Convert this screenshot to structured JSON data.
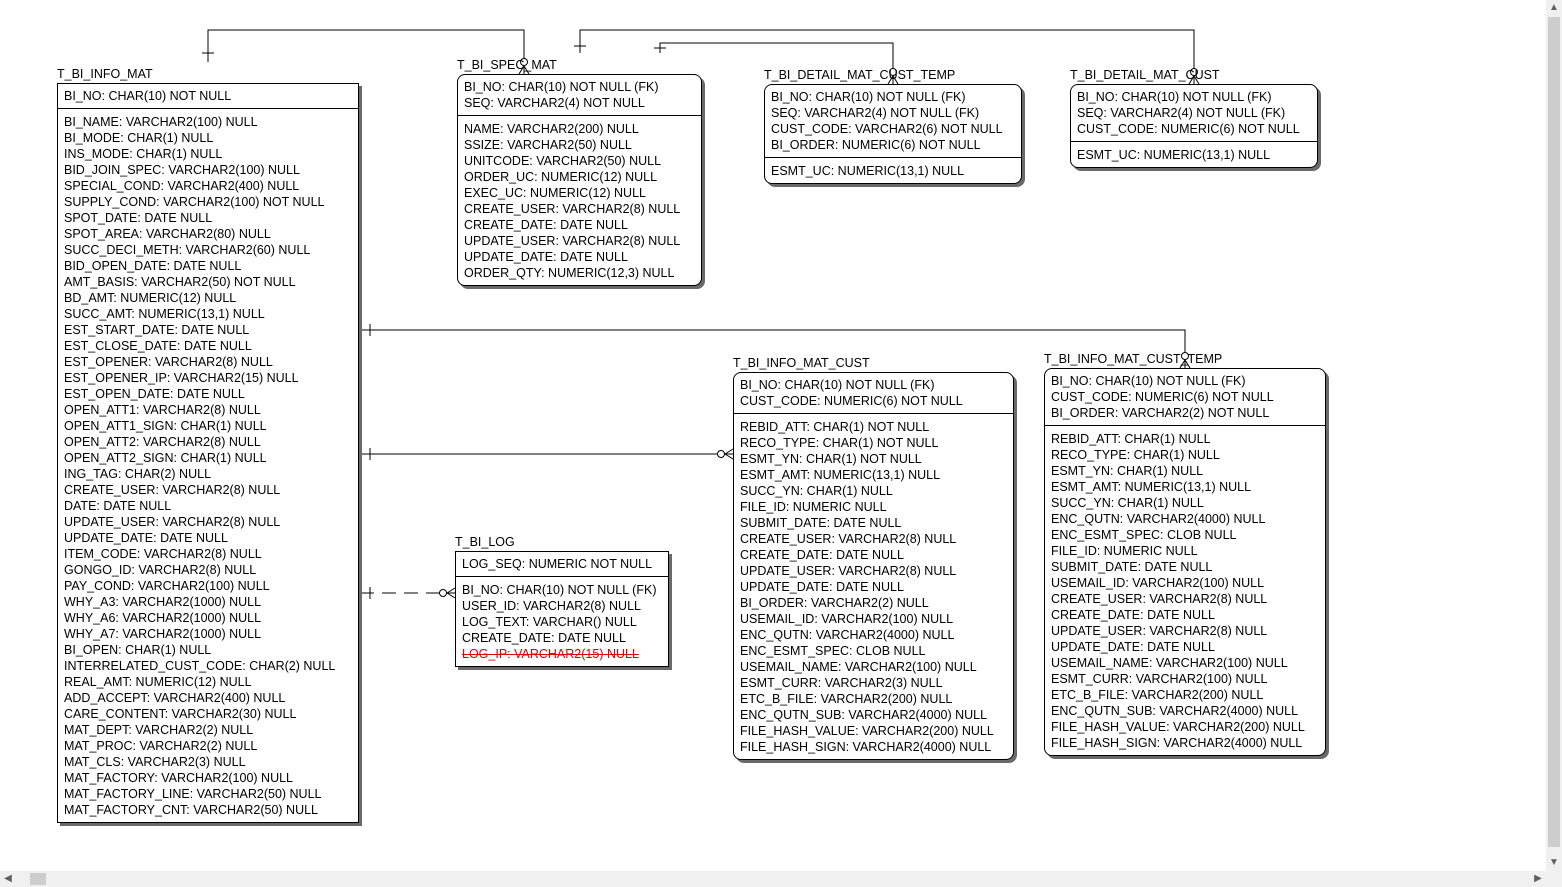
{
  "entities": [
    {
      "id": "t_bi_info_mat",
      "name": "T_BI_INFO_MAT",
      "rounded": false,
      "keys": [
        "BI_NO: CHAR(10) NOT NULL"
      ],
      "attributes": [
        "BI_NAME: VARCHAR2(100) NULL",
        "BI_MODE: CHAR(1) NULL",
        "INS_MODE: CHAR(1) NULL",
        "BID_JOIN_SPEC: VARCHAR2(100) NULL",
        "SPECIAL_COND: VARCHAR2(400) NULL",
        "SUPPLY_COND: VARCHAR2(100) NOT NULL",
        "SPOT_DATE: DATE NULL",
        "SPOT_AREA: VARCHAR2(80) NULL",
        "SUCC_DECI_METH: VARCHAR2(60) NULL",
        "BID_OPEN_DATE: DATE NULL",
        "AMT_BASIS: VARCHAR2(50) NOT NULL",
        "BD_AMT: NUMERIC(12) NULL",
        "SUCC_AMT: NUMERIC(13,1) NULL",
        "EST_START_DATE: DATE NULL",
        "EST_CLOSE_DATE: DATE NULL",
        "EST_OPENER: VARCHAR2(8) NULL",
        "EST_OPENER_IP: VARCHAR2(15) NULL",
        "EST_OPEN_DATE: DATE NULL",
        "OPEN_ATT1: VARCHAR2(8) NULL",
        "OPEN_ATT1_SIGN: CHAR(1) NULL",
        "OPEN_ATT2: VARCHAR2(8) NULL",
        "OPEN_ATT2_SIGN: CHAR(1) NULL",
        "ING_TAG: CHAR(2) NULL",
        "CREATE_USER: VARCHAR2(8) NULL",
        "DATE: DATE NULL",
        "UPDATE_USER: VARCHAR2(8) NULL",
        "UPDATE_DATE: DATE NULL",
        "ITEM_CODE: VARCHAR2(8) NULL",
        "GONGO_ID: VARCHAR2(8) NULL",
        "PAY_COND: VARCHAR2(100) NULL",
        "WHY_A3: VARCHAR2(1000) NULL",
        "WHY_A6: VARCHAR2(1000) NULL",
        "WHY_A7: VARCHAR2(1000) NULL",
        "BI_OPEN: CHAR(1) NULL",
        "INTERRELATED_CUST_CODE: CHAR(2) NULL",
        "REAL_AMT: NUMERIC(12) NULL",
        "ADD_ACCEPT: VARCHAR2(400) NULL",
        "CARE_CONTENT: VARCHAR2(30) NULL",
        "MAT_DEPT: VARCHAR2(2) NULL",
        "MAT_PROC: VARCHAR2(2) NULL",
        "MAT_CLS: VARCHAR2(3) NULL",
        "MAT_FACTORY: VARCHAR2(100) NULL",
        "MAT_FACTORY_LINE: VARCHAR2(50) NULL",
        "MAT_FACTORY_CNT: VARCHAR2(50) NULL"
      ]
    },
    {
      "id": "t_bi_spec_mat",
      "name": "T_BI_SPEC_MAT",
      "rounded": true,
      "keys": [
        "BI_NO: CHAR(10) NOT NULL (FK)",
        "SEQ: VARCHAR2(4) NOT NULL"
      ],
      "attributes": [
        "NAME: VARCHAR2(200) NULL",
        "SSIZE: VARCHAR2(50) NULL",
        "UNITCODE: VARCHAR2(50) NULL",
        "ORDER_UC: NUMERIC(12) NULL",
        "EXEC_UC: NUMERIC(12) NULL",
        "CREATE_USER: VARCHAR2(8) NULL",
        "CREATE_DATE: DATE NULL",
        "UPDATE_USER: VARCHAR2(8) NULL",
        "UPDATE_DATE: DATE NULL",
        "ORDER_QTY: NUMERIC(12,3) NULL"
      ]
    },
    {
      "id": "t_bi_detail_mat_cust_temp",
      "name": "T_BI_DETAIL_MAT_CUST_TEMP",
      "rounded": true,
      "keys": [
        "BI_NO: CHAR(10) NOT NULL (FK)",
        "SEQ: VARCHAR2(4) NOT NULL (FK)",
        "CUST_CODE: VARCHAR2(6) NOT NULL",
        "BI_ORDER: NUMERIC(6) NOT NULL"
      ],
      "attributes": [
        "ESMT_UC: NUMERIC(13,1) NULL"
      ]
    },
    {
      "id": "t_bi_detail_mat_cust",
      "name": "T_BI_DETAIL_MAT_CUST",
      "rounded": true,
      "keys": [
        "BI_NO: CHAR(10) NOT NULL (FK)",
        "SEQ: VARCHAR2(4) NOT NULL (FK)",
        "CUST_CODE: NUMERIC(6) NOT NULL"
      ],
      "attributes": [
        "ESMT_UC: NUMERIC(13,1) NULL"
      ]
    },
    {
      "id": "t_bi_info_mat_cust",
      "name": "T_BI_INFO_MAT_CUST",
      "rounded": true,
      "keys": [
        "BI_NO: CHAR(10) NOT NULL (FK)",
        "CUST_CODE: NUMERIC(6) NOT NULL"
      ],
      "attributes": [
        "REBID_ATT: CHAR(1) NOT NULL",
        "RECO_TYPE: CHAR(1) NOT NULL",
        "ESMT_YN: CHAR(1) NOT NULL",
        "ESMT_AMT: NUMERIC(13,1) NULL",
        "SUCC_YN: CHAR(1) NULL",
        "FILE_ID: NUMERIC NULL",
        "SUBMIT_DATE: DATE NULL",
        "CREATE_USER: VARCHAR2(8) NULL",
        "CREATE_DATE: DATE NULL",
        "UPDATE_USER: VARCHAR2(8) NULL",
        "UPDATE_DATE: DATE NULL",
        "BI_ORDER: VARCHAR2(2) NULL",
        "USEMAIL_ID: VARCHAR2(100) NULL",
        "ENC_QUTN: VARCHAR2(4000) NULL",
        "ENC_ESMT_SPEC: CLOB NULL",
        "USEMAIL_NAME: VARCHAR2(100) NULL",
        "ESMT_CURR: VARCHAR2(3) NULL",
        "ETC_B_FILE: VARCHAR2(200) NULL",
        "ENC_QUTN_SUB: VARCHAR2(4000) NULL",
        "FILE_HASH_VALUE: VARCHAR2(200) NULL",
        "FILE_HASH_SIGN: VARCHAR2(4000) NULL"
      ]
    },
    {
      "id": "t_bi_info_mat_cust_temp",
      "name": "T_BI_INFO_MAT_CUST_TEMP",
      "rounded": true,
      "keys": [
        "BI_NO: CHAR(10) NOT NULL (FK)",
        "CUST_CODE: NUMERIC(6) NOT NULL",
        "BI_ORDER: VARCHAR2(2) NOT NULL"
      ],
      "attributes": [
        "REBID_ATT: CHAR(1) NULL",
        "RECO_TYPE: CHAR(1) NULL",
        "ESMT_YN: CHAR(1) NULL",
        "ESMT_AMT: NUMERIC(13,1) NULL",
        "SUCC_YN: CHAR(1) NULL",
        "ENC_QUTN: VARCHAR2(4000) NULL",
        "ENC_ESMT_SPEC: CLOB NULL",
        "FILE_ID: NUMERIC NULL",
        "SUBMIT_DATE: DATE NULL",
        "USEMAIL_ID: VARCHAR2(100) NULL",
        "CREATE_USER: VARCHAR2(8) NULL",
        "CREATE_DATE: DATE NULL",
        "UPDATE_USER: VARCHAR2(8) NULL",
        "UPDATE_DATE: DATE NULL",
        "USEMAIL_NAME: VARCHAR2(100) NULL",
        "ESMT_CURR: VARCHAR2(100) NULL",
        "ETC_B_FILE: VARCHAR2(200) NULL",
        "ENC_QUTN_SUB: VARCHAR2(4000) NULL",
        "FILE_HASH_VALUE: VARCHAR2(200) NULL",
        "FILE_HASH_SIGN: VARCHAR2(4000) NULL"
      ]
    },
    {
      "id": "t_bi_log",
      "name": "T_BI_LOG",
      "rounded": false,
      "keys": [
        "LOG_SEQ: NUMERIC NOT NULL"
      ],
      "attributes": [
        "BI_NO: CHAR(10) NOT NULL (FK)",
        "USER_ID: VARCHAR2(8) NULL",
        "LOG_TEXT: VARCHAR() NULL",
        "CREATE_DATE: DATE NULL"
      ],
      "deleted_attributes": [
        "LOG_IP: VARCHAR2(15) NULL"
      ]
    }
  ],
  "relationships": [
    {
      "from": "t_bi_info_mat",
      "to": "t_bi_spec_mat",
      "identifying": true,
      "cardinality": "one-to-zero-or-many"
    },
    {
      "from": "t_bi_spec_mat",
      "to": "t_bi_detail_mat_cust_temp",
      "identifying": true,
      "cardinality": "one-to-zero-or-many"
    },
    {
      "from": "t_bi_spec_mat",
      "to": "t_bi_detail_mat_cust",
      "identifying": true,
      "cardinality": "one-to-zero-or-many"
    },
    {
      "from": "t_bi_info_mat",
      "to": "t_bi_info_mat_cust_temp",
      "identifying": true,
      "cardinality": "one-to-zero-or-many"
    },
    {
      "from": "t_bi_info_mat",
      "to": "t_bi_info_mat_cust",
      "identifying": true,
      "cardinality": "one-to-zero-or-many"
    },
    {
      "from": "t_bi_info_mat",
      "to": "t_bi_log",
      "identifying": false,
      "cardinality": "one-to-zero-or-many"
    }
  ],
  "scrollbars": {
    "up_icon": "chevron-up-icon",
    "down_icon": "chevron-down-icon",
    "left_icon": "chevron-left-icon",
    "right_icon": "chevron-right-icon"
  },
  "colors": {
    "line": "#000000",
    "shadow": "#6a6a6a",
    "deleted_text": "#e00000",
    "scrollbar_track": "#f0f0f0",
    "scrollbar_thumb": "#cdcdcd"
  }
}
